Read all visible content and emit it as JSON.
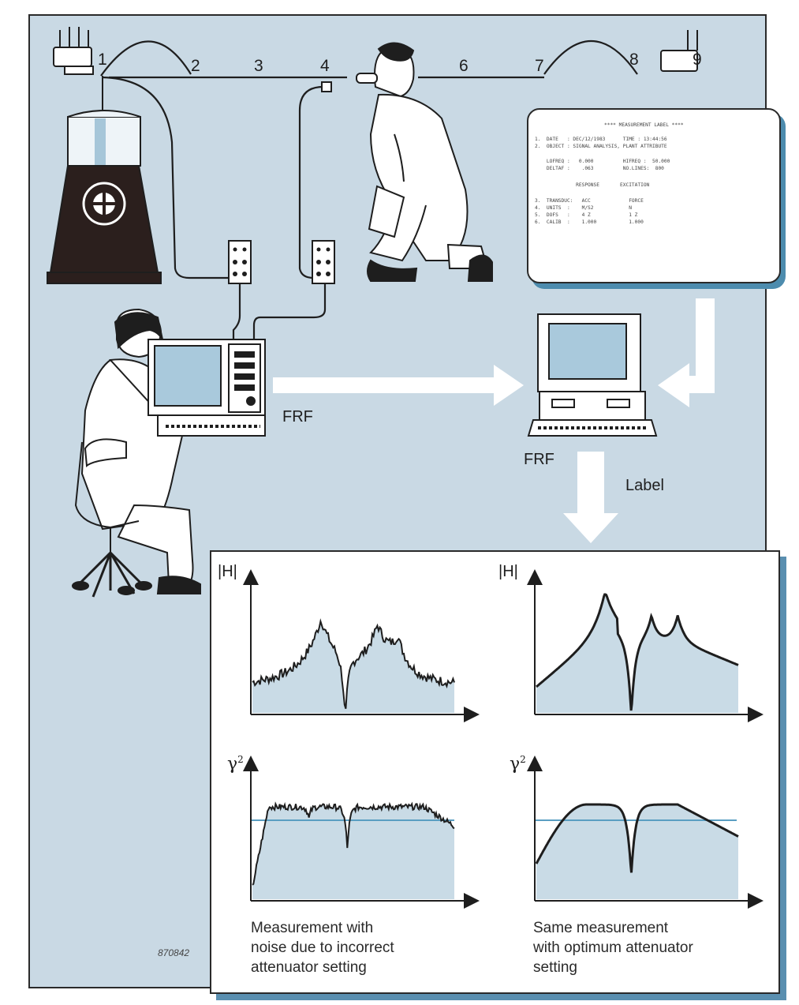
{
  "setup": {
    "points": [
      "1",
      "2",
      "3",
      "4",
      "6",
      "7",
      "8",
      "9"
    ],
    "frf_label_left": "FRF",
    "frf_label_right": "FRF",
    "label_text": "Label"
  },
  "measurement_label_screen": {
    "header": "**** MEASUREMENT LABEL ****",
    "rows": [
      "1.  DATE   : DEC/12/1983      TIME : 13:44:56",
      "2.  OBJECT : SIGNAL ANALYSIS, PLANT ATTRIBUTE",
      "    LOFREQ :   0.000          HIFREQ :  50.000",
      "    DELTAF :    .063          NO.LINES:  800",
      "              RESPONSE       EXCITATION",
      "3.  TRANSDUC:   ACC             FORCE",
      "4.  UNITS  :    M/S2            N",
      "5.  DOFS   :    4 Z             1 Z",
      "6.  CALIB  :    1.000           1.000"
    ]
  },
  "results": {
    "axis_h": "|H|",
    "axis_gamma": "γ",
    "axis_gamma_sup": "2",
    "caption_left": [
      "Measurement with",
      "noise due to incorrect",
      "attenuator setting"
    ],
    "caption_right": [
      "Same measurement",
      "with optimum attenuator",
      "setting"
    ]
  },
  "figure_id": "870842",
  "colors": {
    "background_panel": "#c9d9e4",
    "fill_light_blue": "#c9dbe6",
    "shadow_blue": "#5a8fb0",
    "coherence_line": "#5a9ec2",
    "ink": "#1e1e1e"
  }
}
